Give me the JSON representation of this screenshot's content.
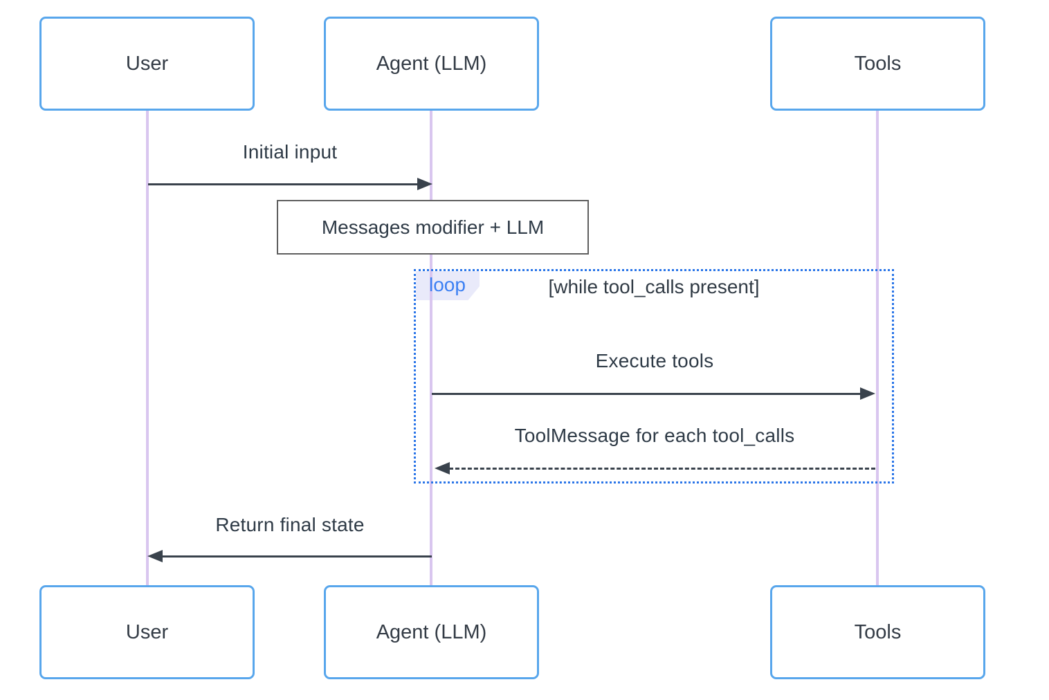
{
  "actors": [
    {
      "id": "user",
      "label": "User"
    },
    {
      "id": "agent",
      "label": "Agent (LLM)"
    },
    {
      "id": "tools",
      "label": "Tools"
    }
  ],
  "note": {
    "label": "Messages modifier + LLM",
    "over": "agent"
  },
  "loop": {
    "keyword": "loop",
    "condition": "[while tool_calls present]"
  },
  "messages": [
    {
      "label": "Initial input",
      "from": "user",
      "to": "agent",
      "line": "solid"
    },
    {
      "label": "Execute tools",
      "from": "agent",
      "to": "tools",
      "line": "solid"
    },
    {
      "label": "ToolMessage for each tool_calls",
      "from": "tools",
      "to": "agent",
      "line": "dashed"
    },
    {
      "label": "Return final state",
      "from": "agent",
      "to": "user",
      "line": "solid"
    }
  ],
  "colors": {
    "background": "#ffffff",
    "actor_border": "#58a6ec",
    "actor_text": "#333b45",
    "lifeline": "#d9c6ef",
    "arrow": "#39424c",
    "message_text": "#2e3a46",
    "note_border": "#5f5f5f",
    "loop_border": "#2a75e8",
    "loop_label_bg": "#e7e8fa",
    "loop_label_text": "#3c80f3"
  }
}
